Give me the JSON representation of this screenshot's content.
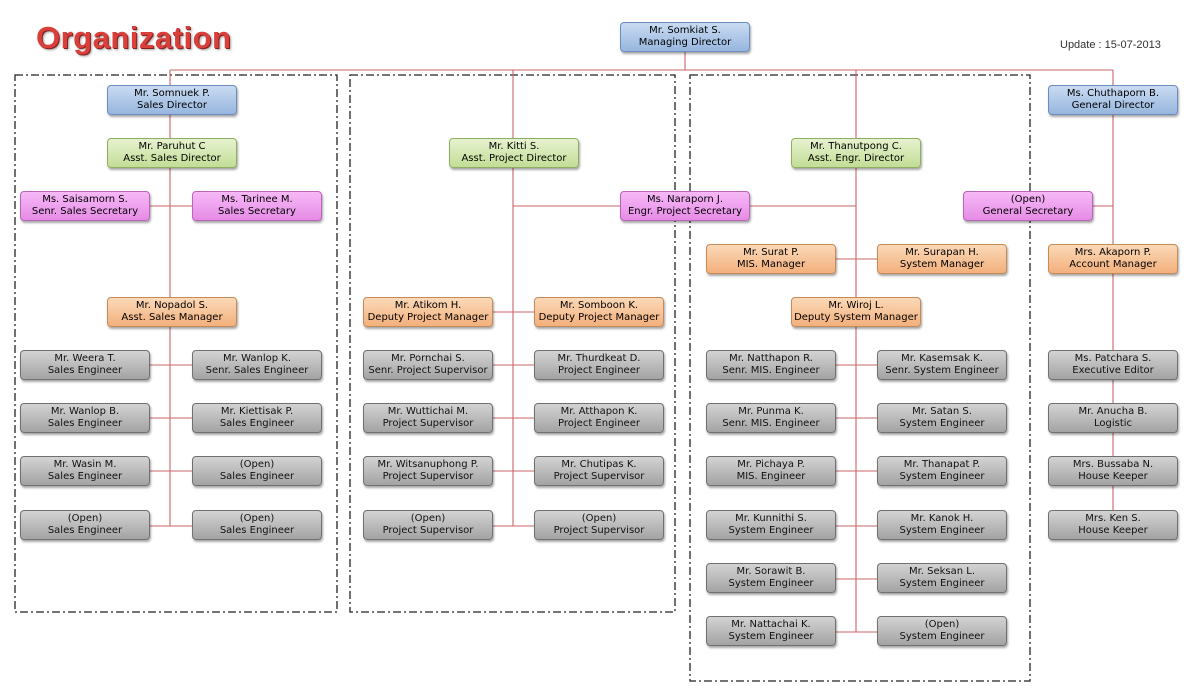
{
  "header": {
    "title": "Organization",
    "update": "Update : 15-07-2013"
  },
  "diagram": {
    "nodes": [
      {
        "id": "md",
        "name": "Mr. Somkiat  S.",
        "title": "Managing Director",
        "color": "blue"
      },
      {
        "id": "sd",
        "name": "Mr. Somnuek  P.",
        "title": "Sales Director",
        "color": "blue"
      },
      {
        "id": "gd",
        "name": "Ms. Chuthaporn  B.",
        "title": "General Director",
        "color": "blue"
      },
      {
        "id": "asd",
        "name": "Mr. Paruhut  C",
        "title": "Asst. Sales Director",
        "color": "green"
      },
      {
        "id": "apd",
        "name": "Mr. Kitti  S.",
        "title": "Asst. Project Director",
        "color": "green"
      },
      {
        "id": "aed",
        "name": "Mr. Thanutpong  C.",
        "title": "Asst. Engr. Director",
        "color": "green"
      },
      {
        "id": "sss",
        "name": "Ms. Saisamorn  S.",
        "title": "Senr. Sales Secretary",
        "color": "pink"
      },
      {
        "id": "ss",
        "name": "Ms. Tarinee  M.",
        "title": "Sales Secretary",
        "color": "pink"
      },
      {
        "id": "eps",
        "name": "Ms. Naraporn  J.",
        "title": "Engr. Project Secretary",
        "color": "pink"
      },
      {
        "id": "gs",
        "name": "(Open)",
        "title": "General Secretary",
        "color": "pink"
      },
      {
        "id": "mis",
        "name": "Mr. Surat  P.",
        "title": "MIS. Manager",
        "color": "orange"
      },
      {
        "id": "sysm",
        "name": "Mr. Surapan  H.",
        "title": "System Manager",
        "color": "orange"
      },
      {
        "id": "acc",
        "name": "Mrs. Akaporn  P.",
        "title": "Account Manager",
        "color": "orange"
      },
      {
        "id": "asm",
        "name": "Mr. Nopadol  S.",
        "title": "Asst. Sales Manager",
        "color": "orange"
      },
      {
        "id": "dpm1",
        "name": "Mr. Atikom  H.",
        "title": "Deputy Project Manager",
        "color": "orange"
      },
      {
        "id": "dpm2",
        "name": "Mr. Somboon  K.",
        "title": "Deputy Project Manager",
        "color": "orange"
      },
      {
        "id": "dsm",
        "name": "Mr. Wiroj  L.",
        "title": "Deputy System Manager",
        "color": "orange"
      },
      {
        "id": "s1",
        "name": "Mr. Weera  T.",
        "title": "Sales Engineer",
        "color": "gray"
      },
      {
        "id": "s2",
        "name": "Mr. Wanlop  K.",
        "title": "Senr. Sales Engineer",
        "color": "gray"
      },
      {
        "id": "s3",
        "name": "Mr. Wanlop B.",
        "title": "Sales Engineer",
        "color": "gray"
      },
      {
        "id": "s4",
        "name": "Mr. Kiettisak  P.",
        "title": "Sales Engineer",
        "color": "gray"
      },
      {
        "id": "s5",
        "name": "Mr. Wasin M.",
        "title": "Sales Engineer",
        "color": "gray"
      },
      {
        "id": "s6",
        "name": "(Open)",
        "title": "Sales Engineer",
        "color": "gray"
      },
      {
        "id": "s7",
        "name": "(Open)",
        "title": "Sales Engineer",
        "color": "gray"
      },
      {
        "id": "s8",
        "name": "(Open)",
        "title": "Sales Engineer",
        "color": "gray"
      },
      {
        "id": "p1",
        "name": "Mr. Pornchai  S.",
        "title": "Senr. Project Supervisor",
        "color": "gray"
      },
      {
        "id": "p2",
        "name": "Mr. Thurdkeat  D.",
        "title": "Project Engineer",
        "color": "gray"
      },
      {
        "id": "p3",
        "name": "Mr. Wuttichai  M.",
        "title": "Project Supervisor",
        "color": "gray"
      },
      {
        "id": "p4",
        "name": "Mr. Atthapon  K.",
        "title": "Project Engineer",
        "color": "gray"
      },
      {
        "id": "p5",
        "name": "Mr. Witsanuphong  P.",
        "title": "Project Supervisor",
        "color": "gray"
      },
      {
        "id": "p6",
        "name": "Mr. Chutipas  K.",
        "title": "Project Supervisor",
        "color": "gray"
      },
      {
        "id": "p7",
        "name": "(Open)",
        "title": "Project Supervisor",
        "color": "gray"
      },
      {
        "id": "p8",
        "name": "(Open)",
        "title": "Project Supervisor",
        "color": "gray"
      },
      {
        "id": "e1",
        "name": "Mr. Natthapon  R.",
        "title": "Senr. MIS. Engineer",
        "color": "gray"
      },
      {
        "id": "e2",
        "name": "Mr. Kasemsak  K.",
        "title": "Senr. System Engineer",
        "color": "gray"
      },
      {
        "id": "e3",
        "name": "Mr. Punma  K.",
        "title": "Senr. MIS. Engineer",
        "color": "gray"
      },
      {
        "id": "e4",
        "name": "Mr. Satan  S.",
        "title": "System Engineer",
        "color": "gray"
      },
      {
        "id": "e5",
        "name": "Mr. Pichaya  P.",
        "title": "MIS. Engineer",
        "color": "gray"
      },
      {
        "id": "e6",
        "name": "Mr. Thanapat  P.",
        "title": "System Engineer",
        "color": "gray"
      },
      {
        "id": "e7",
        "name": "Mr. Kunnithi  S.",
        "title": "System Engineer",
        "color": "gray"
      },
      {
        "id": "e8",
        "name": "Mr. Kanok  H.",
        "title": "System Engineer",
        "color": "gray"
      },
      {
        "id": "e9",
        "name": "Mr. Sorawit B.",
        "title": "System Engineer",
        "color": "gray"
      },
      {
        "id": "e10",
        "name": "Mr. Seksan  L.",
        "title": "System Engineer",
        "color": "gray"
      },
      {
        "id": "e11",
        "name": "Mr. Nattachai K.",
        "title": "System Engineer",
        "color": "gray"
      },
      {
        "id": "e12",
        "name": "(Open)",
        "title": "System Engineer",
        "color": "gray"
      },
      {
        "id": "g1",
        "name": "Ms. Patchara S.",
        "title": "Executive Editor",
        "color": "gray"
      },
      {
        "id": "g2",
        "name": "Mr. Anucha  B.",
        "title": "Logistic",
        "color": "gray"
      },
      {
        "id": "g3",
        "name": "Mrs. Bussaba  N.",
        "title": "House Keeper",
        "color": "gray"
      },
      {
        "id": "g4",
        "name": "Mrs. Ken  S.",
        "title": "House Keeper",
        "color": "gray"
      }
    ]
  }
}
